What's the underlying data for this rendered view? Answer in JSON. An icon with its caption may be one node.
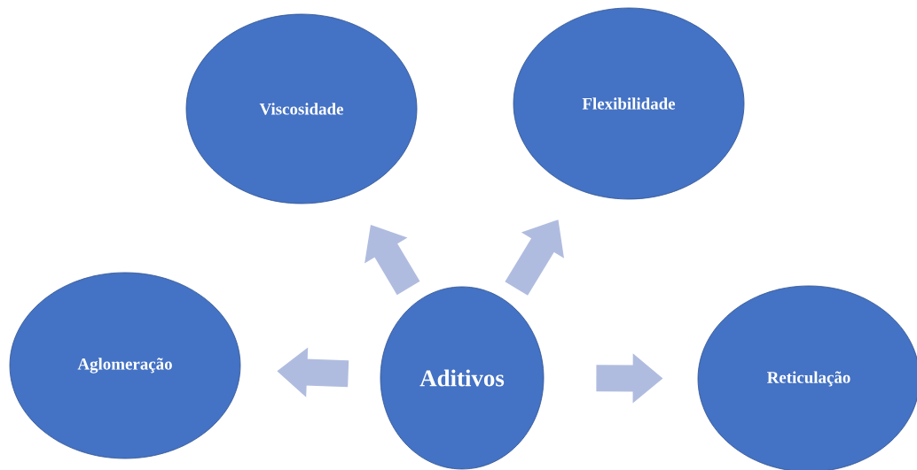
{
  "diagram": {
    "nodes": [
      {
        "text": [
          "Viscosidade"
        ]
      },
      {
        "text": [
          "Flexibilidade"
        ]
      },
      {
        "text": [
          "Aglomeração"
        ]
      },
      {
        "text": [
          "Aditivos"
        ]
      },
      {
        "text": [
          "Reticulação"
        ]
      }
    ],
    "edges": [
      {
        "from": 3,
        "to": 0,
        "arrow": "to"
      },
      {
        "from": 3,
        "to": 1,
        "arrow": "to"
      },
      {
        "from": 3,
        "to": 2,
        "arrow": "to"
      },
      {
        "from": 3,
        "to": 4,
        "arrow": "to"
      }
    ]
  }
}
